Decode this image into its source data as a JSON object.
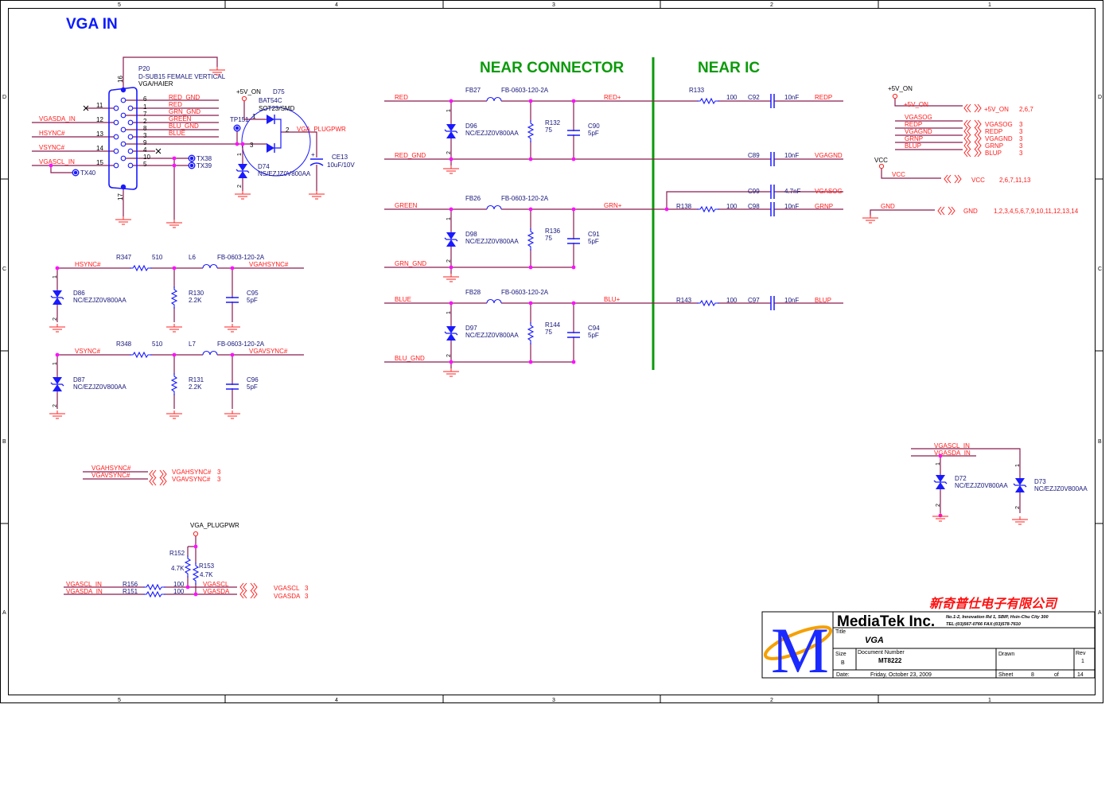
{
  "sheet": {
    "title": "VGA IN",
    "near_connector": "NEAR CONNECTOR",
    "near_ic": "NEAR IC",
    "cols": [
      "5",
      "4",
      "3",
      "2",
      "1"
    ],
    "rows": [
      "D",
      "C",
      "B",
      "A"
    ]
  },
  "connector": {
    "ref": "P20",
    "part": "D-SUB15 FEMALE VERTICAL",
    "value": "VGA/HAIER",
    "pins": {
      "16": "16",
      "17": "17",
      "6": "6",
      "1": "1",
      "7": "7",
      "2": "2",
      "8": "8",
      "3": "3",
      "9": "9",
      "4": "4",
      "10": "10",
      "5": "5",
      "11": "11",
      "12": "12",
      "13": "13",
      "14": "14",
      "15": "15"
    },
    "nets": {
      "red_gnd": "RED_GND",
      "red": "RED",
      "grn_gnd": "GRN_GND",
      "green": "GREEN",
      "blu_gnd": "BLU_GND",
      "blue": "BLUE",
      "vgasda_in": "VGASDA_IN",
      "hsync": "HSYNC#",
      "vsync": "VSYNC#",
      "vgascl_in": "VGASCL_IN"
    },
    "testpoints": {
      "tx38": "TX38",
      "tx39": "TX39",
      "tx40": "TX40"
    }
  },
  "plugpwr": {
    "pwr": "+5V_ON",
    "d75_ref": "D75",
    "d75_part": "BAT54C",
    "d75_pkg": "SOT23/SMD",
    "tp": "TP151",
    "pin1": "1",
    "pin2": "2",
    "pin3": "3",
    "net": "VGA_PLUGPWR",
    "d74_ref": "D74",
    "d74_part": "NS/EZJZ0V800AA",
    "d74_p1": "1",
    "d74_p2": "2",
    "ce13_ref": "CE13",
    "ce13_val": "10uF/10V"
  },
  "rgb": [
    {
      "in": "RED",
      "gnd": "RED_GND",
      "fb_ref": "FB27",
      "fb_part": "FB-0603-120-2A",
      "d_ref": "D96",
      "d_part": "NC/EZJZ0V800AA",
      "r_ref": "R132",
      "r_val": "75",
      "c_ref": "C90",
      "c_val": "5pF",
      "out": "RED+",
      "p1": "1",
      "p2": "2"
    },
    {
      "in": "GREEN",
      "gnd": "GRN_GND",
      "fb_ref": "FB26",
      "fb_part": "FB-0603-120-2A",
      "d_ref": "D98",
      "d_part": "NC/EZJZ0V800AA",
      "r_ref": "R136",
      "r_val": "75",
      "c_ref": "C91",
      "c_val": "5pF",
      "out": "GRN+",
      "p1": "1",
      "p2": "2"
    },
    {
      "in": "BLUE",
      "gnd": "BLU_GND",
      "fb_ref": "FB28",
      "fb_part": "FB-0603-120-2A",
      "d_ref": "D97",
      "d_part": "NC/EZJZ0V800AA",
      "r_ref": "R144",
      "r_val": "75",
      "c_ref": "C94",
      "c_val": "5pF",
      "out": "BLU+",
      "p1": "1",
      "p2": "2"
    }
  ],
  "near_ic": [
    {
      "r_ref": "R133",
      "r_val": "100",
      "c_ref": "C92",
      "c_val": "10nF",
      "net": "REDP"
    },
    {
      "c_ref": "C89",
      "c_val": "10nF",
      "net": "VGAGND"
    },
    {
      "c_ref": "C99",
      "c_val": "4.7nF",
      "net": "VGASOG"
    },
    {
      "r_ref": "R138",
      "r_val": "100",
      "c_ref": "C98",
      "c_val": "10nF",
      "net": "GRNP"
    },
    {
      "r_ref": "R143",
      "r_val": "100",
      "c_ref": "C97",
      "c_val": "10nF",
      "net": "BLUP"
    }
  ],
  "sync": [
    {
      "in": "HSYNC#",
      "d_ref": "D86",
      "d_part": "NC/EZJZ0V800AA",
      "r_ref": "R347",
      "r_val": "510",
      "l_ref": "L6",
      "l_part": "FB-0603-120-2A",
      "r2_ref": "R130",
      "r2_val": "2.2K",
      "c_ref": "C95",
      "c_val": "5pF",
      "out": "VGAHSYNC#",
      "p1": "1",
      "p2": "2"
    },
    {
      "in": "VSYNC#",
      "d_ref": "D87",
      "d_part": "NC/EZJZ0V800AA",
      "r_ref": "R348",
      "r_val": "510",
      "l_ref": "L7",
      "l_part": "FB-0603-120-2A",
      "r2_ref": "R131",
      "r2_val": "2.2K",
      "c_ref": "C96",
      "c_val": "5pF",
      "out": "VGAVSYNC#",
      "p1": "1",
      "p2": "2"
    }
  ],
  "ports": {
    "pwr5v": {
      "power": "+5V_ON",
      "net": "+5V_ON",
      "label": "+5V_ON",
      "pages": "2,6,7"
    },
    "signals": [
      {
        "net": "VGASOG",
        "label": "VGASOG",
        "pages": "3"
      },
      {
        "net": "REDP",
        "label": "REDP",
        "pages": "3"
      },
      {
        "net": "VGAGND",
        "label": "VGAGND",
        "pages": "3"
      },
      {
        "net": "GRNP",
        "label": "GRNP",
        "pages": "3"
      },
      {
        "net": "BLUP",
        "label": "BLUP",
        "pages": "3"
      }
    ],
    "vcc": {
      "power": "VCC",
      "net": "VCC",
      "label": "VCC",
      "pages": "2,6,7,11,13"
    },
    "gnd": {
      "net": "GND",
      "label": "GND",
      "pages": "1,2,3,4,5,6,7,9,10,11,12,13,14"
    },
    "sync": [
      {
        "net": "VGAHSYNC#",
        "label": "VGAHSYNC#",
        "pages": "3"
      },
      {
        "net": "VGAVSYNC#",
        "label": "VGAVSYNC#",
        "pages": "3"
      }
    ]
  },
  "ddc": {
    "pwr": "VGA_PLUGPWR",
    "r152_ref": "R152",
    "r152_val": "4.7K",
    "r153_ref": "R153",
    "r153_val": "4.7K",
    "r156_ref": "R156",
    "r156_val": "100",
    "r151_ref": "R151",
    "r151_val": "100",
    "scl_in": "VGASCL_IN",
    "sda_in": "VGASDA_IN",
    "scl": "VGASCL",
    "sda": "VGASDA",
    "port_scl": "VGASCL",
    "port_scl_page": "3",
    "port_sda": "VGASDA",
    "port_sda_page": "3"
  },
  "esd": {
    "scl_in": "VGASCL_IN",
    "sda_in": "VGASDA_IN",
    "d72_ref": "D72",
    "d72_part": "NC/EZJZ0V800AA",
    "d73_ref": "D73",
    "d73_part": "NC/EZJZ0V800AA",
    "p1": "1",
    "p2": "2"
  },
  "titleblock": {
    "company_cn": "新奇普仕电子有限公司",
    "logo_letter": "M",
    "company": "MediaTek Inc.",
    "address": "No.1-2, Innovation Rd 1, SBIP, Hsin-Chu City 300",
    "tel": "TEL:(03)567-0766  FAX:(03)578-7610",
    "title_label": "Title",
    "title": "VGA",
    "size_label": "Size",
    "size": "B",
    "docnum_label": "Document Number",
    "docnum": "MT8222",
    "drawn_label": "Drawn",
    "rev_label": "Rev",
    "rev": "1",
    "date_label": "Date:",
    "date": "Friday, October 23, 2009",
    "sheet_label": "Sheet",
    "sheet": "8",
    "of_label": "of",
    "sheet_total": "14"
  }
}
